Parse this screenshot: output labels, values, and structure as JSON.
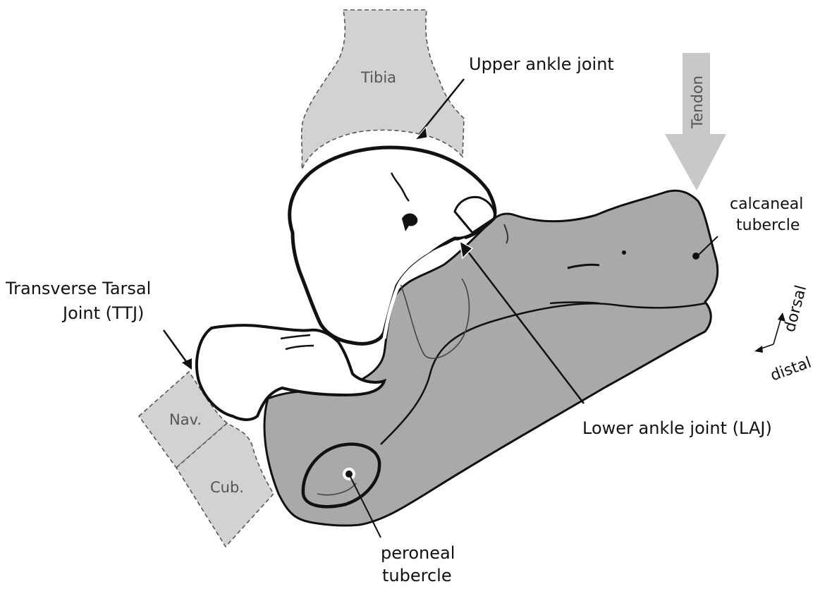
{
  "labels": {
    "tibia": "Tibia",
    "upper_ankle_joint": "Upper ankle joint",
    "tendon": "Tendon",
    "calcaneal_tubercle_1": "calcaneal",
    "calcaneal_tubercle_2": "tubercle",
    "ttj_1": "Transverse Tarsal",
    "ttj_2": "Joint (TTJ)",
    "navicular": "Nav.",
    "cuboid": "Cub.",
    "laj": "Lower ankle joint (LAJ)",
    "peroneal_tubercle_1": "peroneal",
    "peroneal_tubercle_2": "tubercle",
    "dorsal": "dorsal",
    "distal": "distal"
  },
  "colors": {
    "bone_gray": "#a9a9a9",
    "light_gray": "#d2d2d2",
    "outline": "#111111",
    "dashed": "#555555",
    "tendon_arrow": "#c8c8c8"
  }
}
